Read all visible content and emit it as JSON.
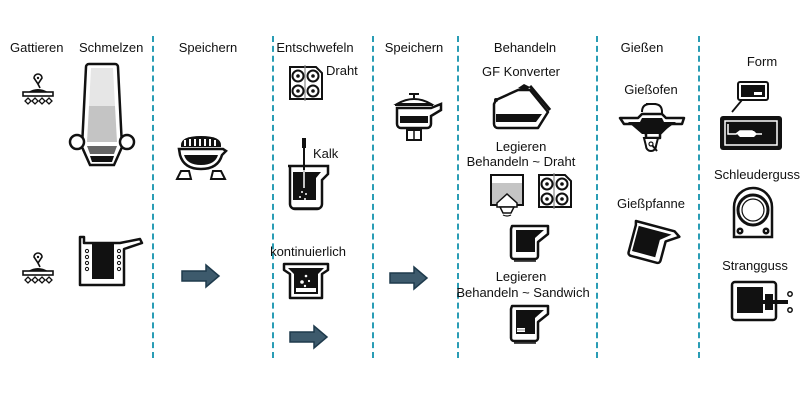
{
  "title": "Prozesskette Gießerei",
  "columns": [
    {
      "header": "Gattieren"
    },
    {
      "header": "Schmelzen"
    },
    {
      "header": "Speichern"
    },
    {
      "header": "Entschwefeln"
    },
    {
      "header": "Speichern"
    },
    {
      "header": "Behandeln"
    },
    {
      "header": "Gießen"
    },
    {
      "header": "Form"
    }
  ],
  "labels": {
    "draht": "Draht",
    "kalk": "Kalk",
    "kontinuierlich": "kontinuierlich",
    "gf_konverter": "GF Konverter",
    "legieren_1": "Legieren",
    "behandeln_draht": "Behandeln ~ Draht",
    "legieren_2": "Legieren",
    "behandeln_sandwich": "Behandeln ~ Sandwich",
    "giessofen": "Gießofen",
    "giesspfanne": "Gießpfanne",
    "schleuderguss": "Schleuderguss",
    "strangguss": "Strangguss"
  },
  "icons": [
    "charging-crane-icon",
    "shaft-furnace-icon",
    "induction-furnace-icon",
    "holding-ladle-icon",
    "wire-feeder-icon",
    "lime-lance-ladle-icon",
    "continuous-desulfurization-icon",
    "teapot-ladle-icon",
    "gf-converter-icon",
    "alloy-hopper-icon",
    "pouring-ladle-icon",
    "sandwich-ladle-icon",
    "pouring-furnace-icon",
    "mold-icon",
    "centrifugal-casting-icon",
    "continuous-casting-icon",
    "flow-arrow-icon"
  ],
  "colors": {
    "divider": "#2a9db5",
    "arrow_fill": "#3d5a6c",
    "arrow_stroke": "#1e3a4c",
    "icon": "#111111"
  }
}
